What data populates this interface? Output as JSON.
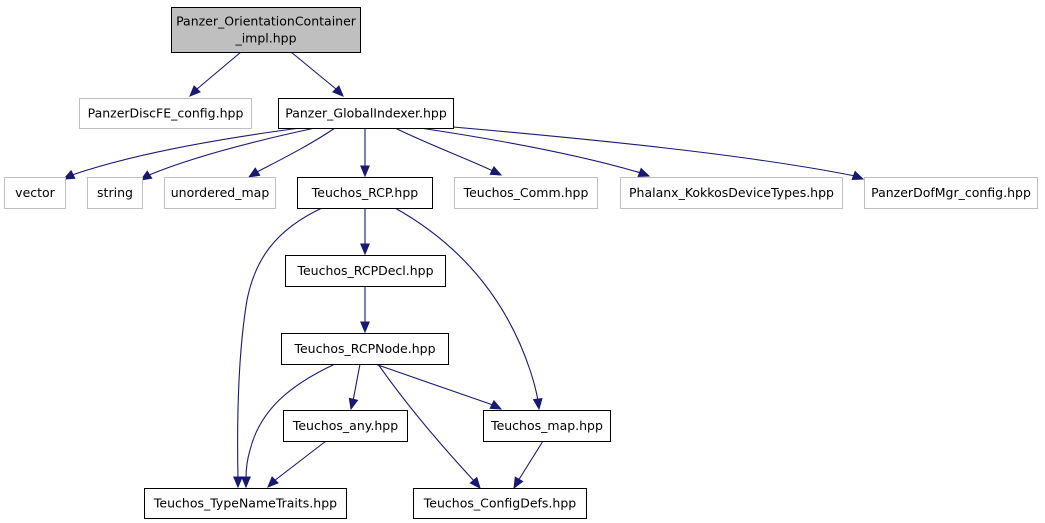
{
  "diagram": {
    "colors": {
      "edge": "#191970",
      "focus_fill": "#bfbfbf",
      "focus_stroke": "#000000",
      "documented_stroke": "#000000",
      "external_stroke": "#bfbfbf",
      "external_text": "#000000"
    },
    "nodes": [
      {
        "id": "orientation",
        "lines": [
          "Panzer_OrientationContainer",
          "_impl.hpp"
        ],
        "kind": "focus"
      },
      {
        "id": "discfe_config",
        "lines": [
          "PanzerDiscFE_config.hpp"
        ],
        "kind": "external"
      },
      {
        "id": "globalindexer",
        "lines": [
          "Panzer_GlobalIndexer.hpp"
        ],
        "kind": "documented"
      },
      {
        "id": "vector",
        "lines": [
          "vector"
        ],
        "kind": "external"
      },
      {
        "id": "string",
        "lines": [
          "string"
        ],
        "kind": "external"
      },
      {
        "id": "unordered_map",
        "lines": [
          "unordered_map"
        ],
        "kind": "external"
      },
      {
        "id": "teuchos_rcp",
        "lines": [
          "Teuchos_RCP.hpp"
        ],
        "kind": "documented"
      },
      {
        "id": "teuchos_comm",
        "lines": [
          "Teuchos_Comm.hpp"
        ],
        "kind": "external"
      },
      {
        "id": "phalanx_kokkos",
        "lines": [
          "Phalanx_KokkosDeviceTypes.hpp"
        ],
        "kind": "external"
      },
      {
        "id": "dofmgr_config",
        "lines": [
          "PanzerDofMgr_config.hpp"
        ],
        "kind": "external"
      },
      {
        "id": "teuchos_rcpdecl",
        "lines": [
          "Teuchos_RCPDecl.hpp"
        ],
        "kind": "documented"
      },
      {
        "id": "teuchos_rcpnode",
        "lines": [
          "Teuchos_RCPNode.hpp"
        ],
        "kind": "documented"
      },
      {
        "id": "teuchos_any",
        "lines": [
          "Teuchos_any.hpp"
        ],
        "kind": "documented"
      },
      {
        "id": "teuchos_map",
        "lines": [
          "Teuchos_map.hpp"
        ],
        "kind": "documented"
      },
      {
        "id": "teuchos_typenametraits",
        "lines": [
          "Teuchos_TypeNameTraits.hpp"
        ],
        "kind": "documented"
      },
      {
        "id": "teuchos_configdefs",
        "lines": [
          "Teuchos_ConfigDefs.hpp"
        ],
        "kind": "documented"
      }
    ],
    "edges": [
      {
        "from": "orientation",
        "to": "discfe_config"
      },
      {
        "from": "orientation",
        "to": "globalindexer"
      },
      {
        "from": "globalindexer",
        "to": "vector"
      },
      {
        "from": "globalindexer",
        "to": "string"
      },
      {
        "from": "globalindexer",
        "to": "unordered_map"
      },
      {
        "from": "globalindexer",
        "to": "teuchos_rcp"
      },
      {
        "from": "globalindexer",
        "to": "teuchos_comm"
      },
      {
        "from": "globalindexer",
        "to": "phalanx_kokkos"
      },
      {
        "from": "globalindexer",
        "to": "dofmgr_config"
      },
      {
        "from": "teuchos_rcp",
        "to": "teuchos_rcpdecl"
      },
      {
        "from": "teuchos_rcp",
        "to": "teuchos_typenametraits"
      },
      {
        "from": "teuchos_rcp",
        "to": "teuchos_map"
      },
      {
        "from": "teuchos_rcpdecl",
        "to": "teuchos_rcpnode"
      },
      {
        "from": "teuchos_rcpnode",
        "to": "teuchos_any"
      },
      {
        "from": "teuchos_rcpnode",
        "to": "teuchos_map"
      },
      {
        "from": "teuchos_rcpnode",
        "to": "teuchos_typenametraits"
      },
      {
        "from": "teuchos_rcpnode",
        "to": "teuchos_configdefs"
      },
      {
        "from": "teuchos_any",
        "to": "teuchos_typenametraits"
      },
      {
        "from": "teuchos_map",
        "to": "teuchos_configdefs"
      }
    ]
  }
}
